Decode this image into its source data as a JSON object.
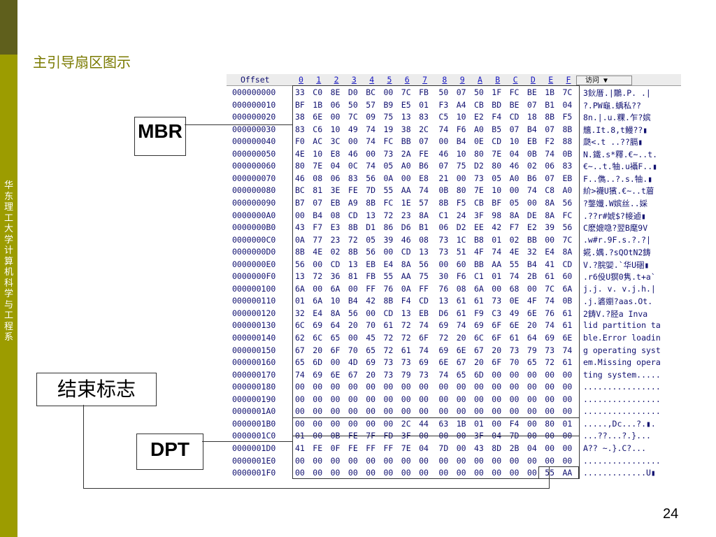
{
  "sidebar": {
    "text": "华东理工大学计算机科学与工程系"
  },
  "title": "主引导扇区图示",
  "page_number": "24",
  "labels": {
    "mbr": "MBR",
    "end_marker": "结束标志",
    "dpt": "DPT"
  },
  "hex_view": {
    "header": {
      "offset": "Offset",
      "columns": [
        "0",
        "1",
        "2",
        "3",
        "4",
        "5",
        "6",
        "7",
        "8",
        "9",
        "A",
        "B",
        "C",
        "D",
        "E",
        "F"
      ],
      "access": "访问 ▼"
    },
    "rows": [
      {
        "offset": "000000000",
        "bytes": [
          "33",
          "C0",
          "8E",
          "D0",
          "BC",
          "00",
          "7C",
          "FB",
          "50",
          "07",
          "50",
          "1F",
          "FC",
          "BE",
          "1B",
          "7C"
        ],
        "ascii": "3鈥厝.|鷳.P.  .|"
      },
      {
        "offset": "000000010",
        "bytes": [
          "BF",
          "1B",
          "06",
          "50",
          "57",
          "B9",
          "E5",
          "01",
          "F3",
          "A4",
          "CB",
          "BD",
          "BE",
          "07",
          "B1",
          "04"
        ],
        "ascii": "?.PW龜.蝺私??"
      },
      {
        "offset": "000000020",
        "bytes": [
          "38",
          "6E",
          "00",
          "7C",
          "09",
          "75",
          "13",
          "83",
          "C5",
          "10",
          "E2",
          "F4",
          "CD",
          "18",
          "8B",
          "F5"
        ],
        "ascii": "8n.|.u.粿.乍?嫔"
      },
      {
        "offset": "000000030",
        "bytes": [
          "83",
          "C6",
          "10",
          "49",
          "74",
          "19",
          "38",
          "2C",
          "74",
          "F6",
          "A0",
          "B5",
          "07",
          "B4",
          "07",
          "8B"
        ],
        "ascii": "兤.It.8,t鰻??▮"
      },
      {
        "offset": "000000040",
        "bytes": [
          "F0",
          "AC",
          "3C",
          "00",
          "74",
          "FC",
          "BB",
          "07",
          "00",
          "B4",
          "0E",
          "CD",
          "10",
          "EB",
          "F2",
          "88"
        ],
        "ascii": "瓞<.t  ..??膈▮"
      },
      {
        "offset": "000000050",
        "bytes": [
          "4E",
          "10",
          "E8",
          "46",
          "00",
          "73",
          "2A",
          "FE",
          "46",
          "10",
          "80",
          "7E",
          "04",
          "0B",
          "74",
          "0B"
        ],
        "ascii": "N.鐵.s*釋.€~..t."
      },
      {
        "offset": "000000060",
        "bytes": [
          "80",
          "7E",
          "04",
          "0C",
          "74",
          "05",
          "A0",
          "B6",
          "07",
          "75",
          "D2",
          "80",
          "46",
          "02",
          "06",
          "83"
        ],
        "ascii": "€~..t.牰.u襵F..▮"
      },
      {
        "offset": "000000070",
        "bytes": [
          "46",
          "08",
          "06",
          "83",
          "56",
          "0A",
          "00",
          "E8",
          "21",
          "00",
          "73",
          "05",
          "A0",
          "B6",
          "07",
          "EB"
        ],
        "ascii": "F..儁..?.s.牰.▮"
      },
      {
        "offset": "000000080",
        "bytes": [
          "BC",
          "81",
          "3E",
          "FE",
          "7D",
          "55",
          "AA",
          "74",
          "0B",
          "80",
          "7E",
          "10",
          "00",
          "74",
          "C8",
          "A0"
        ],
        "ascii": "紒>襪U獱.€~..t葿"
      },
      {
        "offset": "000000090",
        "bytes": [
          "B7",
          "07",
          "EB",
          "A9",
          "8B",
          "FC",
          "1E",
          "57",
          "8B",
          "F5",
          "CB",
          "BF",
          "05",
          "00",
          "8A",
          "56"
        ],
        "ascii": "?鐅孅.W嫔丝..婇"
      },
      {
        "offset": "0000000A0",
        "bytes": [
          "00",
          "B4",
          "08",
          "CD",
          "13",
          "72",
          "23",
          "8A",
          "C1",
          "24",
          "3F",
          "98",
          "8A",
          "DE",
          "8A",
          "FC"
        ],
        "ascii": ".??r#婋$?帹逌▮"
      },
      {
        "offset": "0000000B0",
        "bytes": [
          "43",
          "F7",
          "E3",
          "8B",
          "D1",
          "86",
          "D6",
          "B1",
          "06",
          "D2",
          "EE",
          "42",
          "F7",
          "E2",
          "39",
          "56"
        ],
        "ascii": "C麽媲喼?翌B麾9V"
      },
      {
        "offset": "0000000C0",
        "bytes": [
          "0A",
          "77",
          "23",
          "72",
          "05",
          "39",
          "46",
          "08",
          "73",
          "1C",
          "B8",
          "01",
          "02",
          "BB",
          "00",
          "7C"
        ],
        "ascii": ".w#r.9F.s.?.?|"
      },
      {
        "offset": "0000000D0",
        "bytes": [
          "8B",
          "4E",
          "02",
          "8B",
          "56",
          "00",
          "CD",
          "13",
          "73",
          "51",
          "4F",
          "74",
          "4E",
          "32",
          "E4",
          "8A"
        ],
        "ascii": "婲.媀.?sQOtN2鋳"
      },
      {
        "offset": "0000000E0",
        "bytes": [
          "56",
          "00",
          "CD",
          "13",
          "EB",
          "E4",
          "8A",
          "56",
          "00",
          "60",
          "BB",
          "AA",
          "55",
          "B4",
          "41",
          "CD"
        ],
        "ascii": "V.?脘婯.`华U硱▮"
      },
      {
        "offset": "0000000F0",
        "bytes": [
          "13",
          "72",
          "36",
          "81",
          "FB",
          "55",
          "AA",
          "75",
          "30",
          "F6",
          "C1",
          "01",
          "74",
          "2B",
          "61",
          "60"
        ],
        "ascii": ".r6伇U猽0隽.t+a`"
      },
      {
        "offset": "000000100",
        "bytes": [
          "6A",
          "00",
          "6A",
          "00",
          "FF",
          "76",
          "0A",
          "FF",
          "76",
          "08",
          "6A",
          "00",
          "68",
          "00",
          "7C",
          "6A"
        ],
        "ascii": "j.j. v. v.j.h.|"
      },
      {
        "offset": "000000110",
        "bytes": [
          "01",
          "6A",
          "10",
          "B4",
          "42",
          "8B",
          "F4",
          "CD",
          "13",
          "61",
          "61",
          "73",
          "0E",
          "4F",
          "74",
          "0B"
        ],
        "ascii": ".j.碆嬼?aas.Ot."
      },
      {
        "offset": "000000120",
        "bytes": [
          "32",
          "E4",
          "8A",
          "56",
          "00",
          "CD",
          "13",
          "EB",
          "D6",
          "61",
          "F9",
          "C3",
          "49",
          "6E",
          "76",
          "61"
        ],
        "ascii": "2鋳V.?胫a  Inva"
      },
      {
        "offset": "000000130",
        "bytes": [
          "6C",
          "69",
          "64",
          "20",
          "70",
          "61",
          "72",
          "74",
          "69",
          "74",
          "69",
          "6F",
          "6E",
          "20",
          "74",
          "61"
        ],
        "ascii": "lid partition ta"
      },
      {
        "offset": "000000140",
        "bytes": [
          "62",
          "6C",
          "65",
          "00",
          "45",
          "72",
          "72",
          "6F",
          "72",
          "20",
          "6C",
          "6F",
          "61",
          "64",
          "69",
          "6E"
        ],
        "ascii": "ble.Error loadin"
      },
      {
        "offset": "000000150",
        "bytes": [
          "67",
          "20",
          "6F",
          "70",
          "65",
          "72",
          "61",
          "74",
          "69",
          "6E",
          "67",
          "20",
          "73",
          "79",
          "73",
          "74"
        ],
        "ascii": "g operating syst"
      },
      {
        "offset": "000000160",
        "bytes": [
          "65",
          "6D",
          "00",
          "4D",
          "69",
          "73",
          "73",
          "69",
          "6E",
          "67",
          "20",
          "6F",
          "70",
          "65",
          "72",
          "61"
        ],
        "ascii": "em.Missing opera"
      },
      {
        "offset": "000000170",
        "bytes": [
          "74",
          "69",
          "6E",
          "67",
          "20",
          "73",
          "79",
          "73",
          "74",
          "65",
          "6D",
          "00",
          "00",
          "00",
          "00",
          "00"
        ],
        "ascii": "ting system....."
      },
      {
        "offset": "000000180",
        "bytes": [
          "00",
          "00",
          "00",
          "00",
          "00",
          "00",
          "00",
          "00",
          "00",
          "00",
          "00",
          "00",
          "00",
          "00",
          "00",
          "00"
        ],
        "ascii": "................"
      },
      {
        "offset": "000000190",
        "bytes": [
          "00",
          "00",
          "00",
          "00",
          "00",
          "00",
          "00",
          "00",
          "00",
          "00",
          "00",
          "00",
          "00",
          "00",
          "00",
          "00"
        ],
        "ascii": "................"
      },
      {
        "offset": "0000001A0",
        "bytes": [
          "00",
          "00",
          "00",
          "00",
          "00",
          "00",
          "00",
          "00",
          "00",
          "00",
          "00",
          "00",
          "00",
          "00",
          "00",
          "00"
        ],
        "ascii": "................"
      },
      {
        "offset": "0000001B0",
        "bytes": [
          "00",
          "00",
          "00",
          "00",
          "00",
          "00",
          "2C",
          "44",
          "63",
          "1B",
          "01",
          "00",
          "F4",
          "00",
          "80",
          "01"
        ],
        "ascii": ".....,Dc...?.▮."
      },
      {
        "offset": "0000001C0",
        "bytes": [
          "01",
          "00",
          "0B",
          "FE",
          "7F",
          "FD",
          "3F",
          "00",
          "00",
          "00",
          "3F",
          "04",
          "7D",
          "00",
          "00",
          "00"
        ],
        "ascii": "...??...?.}..."
      },
      {
        "offset": "0000001D0",
        "bytes": [
          "41",
          "FE",
          "0F",
          "FE",
          "FF",
          "FF",
          "7E",
          "04",
          "7D",
          "00",
          "43",
          "8D",
          "2B",
          "04",
          "00",
          "00"
        ],
        "ascii": "A??  ~.}.C?..."
      },
      {
        "offset": "0000001E0",
        "bytes": [
          "00",
          "00",
          "00",
          "00",
          "00",
          "00",
          "00",
          "00",
          "00",
          "00",
          "00",
          "00",
          "00",
          "00",
          "00",
          "00"
        ],
        "ascii": "................"
      },
      {
        "offset": "0000001F0",
        "bytes": [
          "00",
          "00",
          "00",
          "00",
          "00",
          "00",
          "00",
          "00",
          "00",
          "00",
          "00",
          "00",
          "00",
          "00",
          "55",
          "AA"
        ],
        "ascii": ".............U▮"
      }
    ]
  }
}
